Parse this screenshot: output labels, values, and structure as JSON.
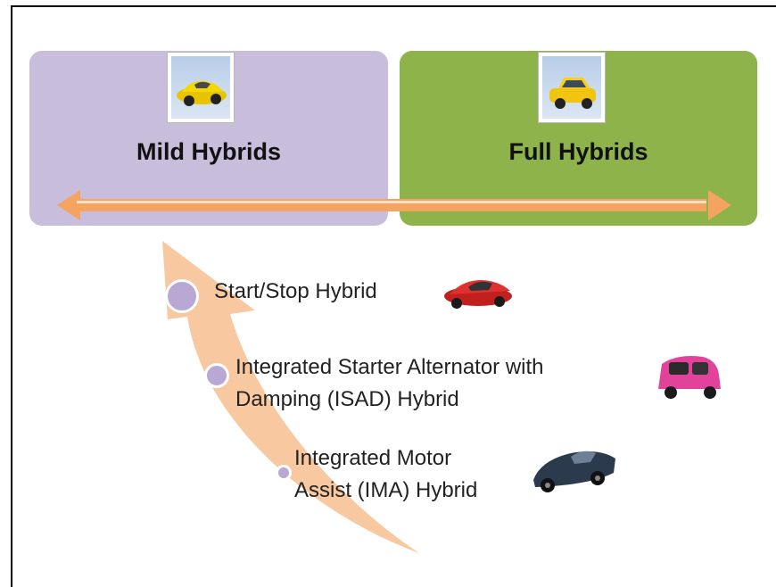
{
  "panels": {
    "mild": {
      "title": "Mild Hybrids",
      "color": "#c8bddb",
      "icon": "yellow-sports-car-icon"
    },
    "full": {
      "title": "Full Hybrids",
      "color": "#8db34a",
      "icon": "yellow-sedan-car-icon"
    }
  },
  "spectrum_arrow": {
    "color": "#f4a460",
    "direction": "bidirectional"
  },
  "progression_arrow": {
    "color": "#f8c9a0",
    "direction": "up"
  },
  "items": [
    {
      "lines": [
        "Start/Stop Hybrid"
      ],
      "icon": "red-sports-car-icon",
      "car_color": "#d42a2a"
    },
    {
      "lines": [
        "Integrated Starter Alternator with",
        "Damping (ISAD) Hybrid"
      ],
      "icon": "pink-microcar-icon",
      "car_color": "#e2439a"
    },
    {
      "lines": [
        "Integrated Motor",
        "Assist (IMA) Hybrid"
      ],
      "icon": "dark-roadster-car-icon",
      "car_color": "#2c3a4e"
    }
  ]
}
